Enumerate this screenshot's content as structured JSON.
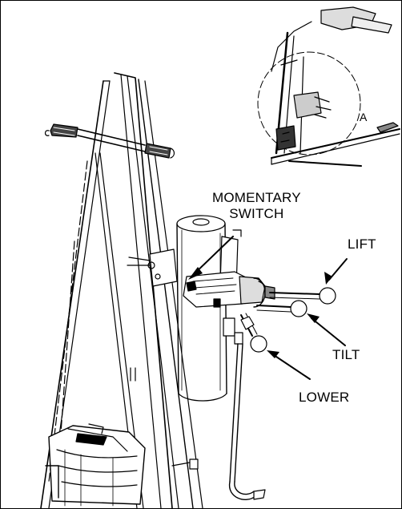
{
  "labels": {
    "momentary_line1": "MOMENTARY",
    "momentary_line2": "SWITCH",
    "lift": "LIFT",
    "tilt": "TILT",
    "lower": "LOWER",
    "detail": "A"
  }
}
